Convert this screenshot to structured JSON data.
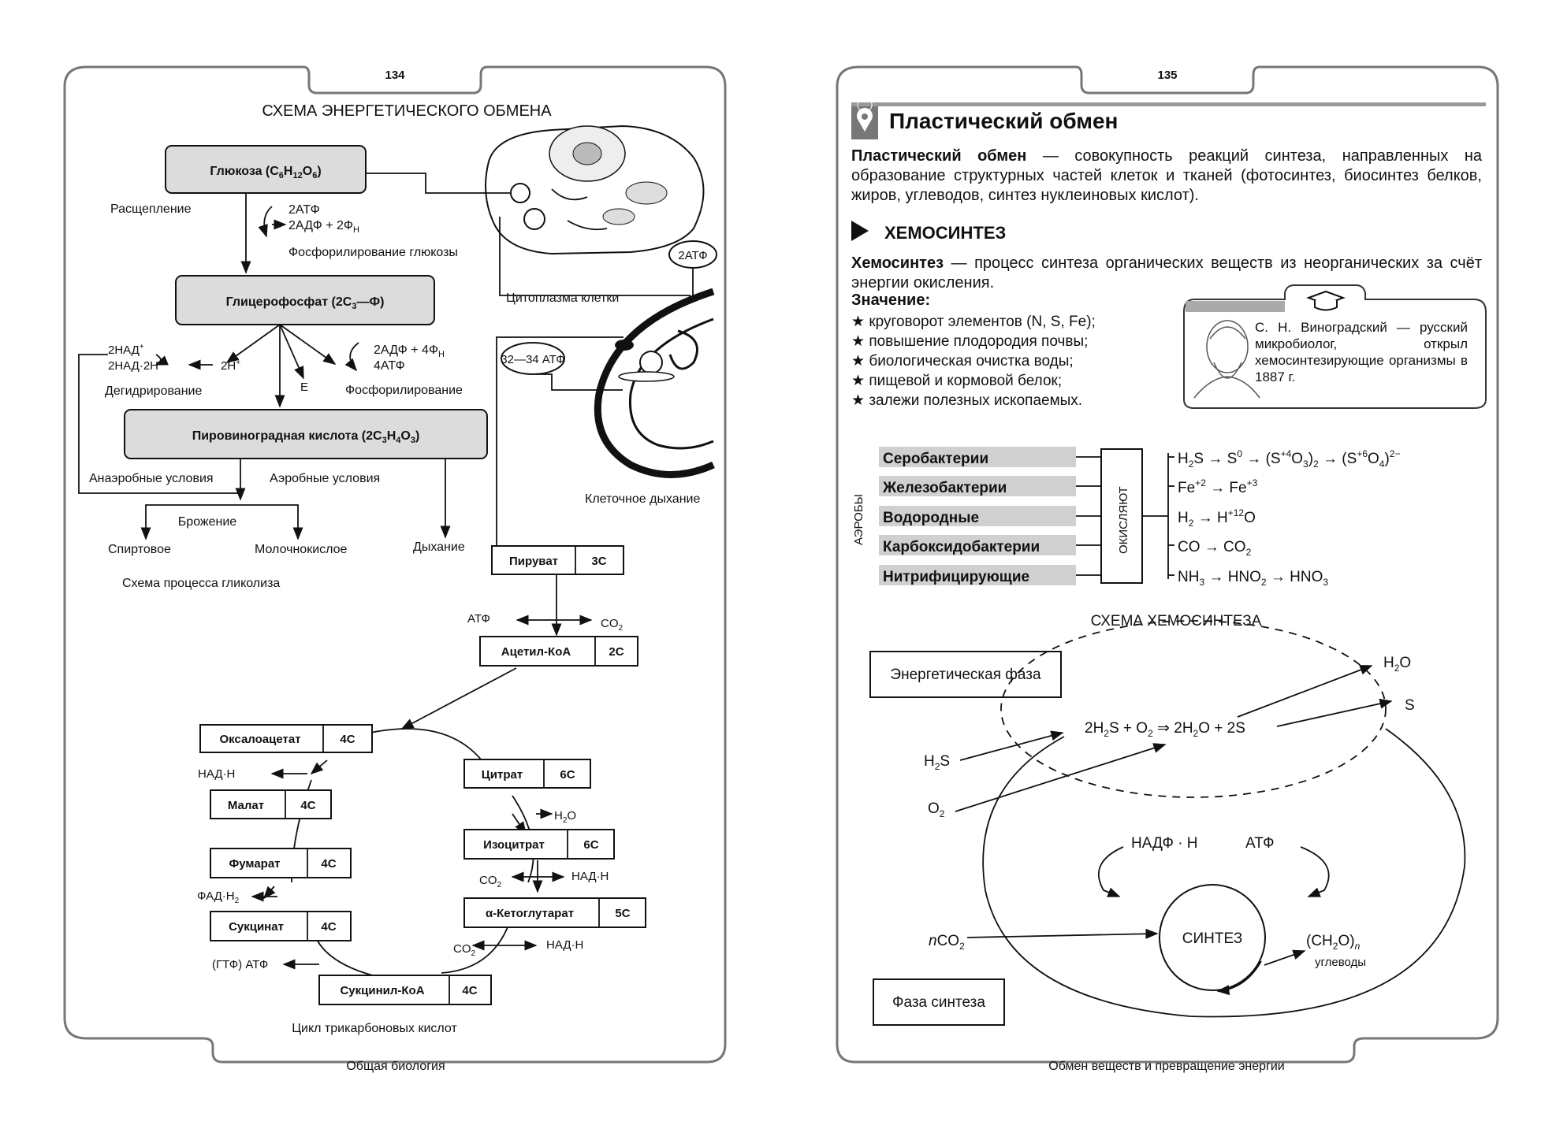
{
  "left_page": {
    "page_number": "134",
    "title": "СХЕМА ЭНЕРГЕТИЧЕСКОГО ОБМЕНА",
    "footer": "Общая биология",
    "glycolysis": {
      "glucose": "Глюкоза (C6H12O6)",
      "split_label": "Расщепление",
      "atp_in": "2АТФ",
      "adp_out": "2АДФ + 2ФН",
      "phosphorylation_glucose": "Фосфорилирование глюкозы",
      "glycerophosphate": "Глицерофосфат (2C3—Ф)",
      "nad": "2НАД+",
      "nadh": "2НАД·2Н",
      "h_plus": "2Н+",
      "dehydrogenation": "Дегидрирование",
      "e": "Е",
      "adp2": "2АДФ + 4ФН",
      "atp4": "4АТФ",
      "phosphorylation": "Фосфорилирование",
      "pyruvic": "Пировиноградная кислота (2C3H4O3)",
      "anaerobic": "Анаэробные условия",
      "aerobic": "Аэробные условия",
      "fermentation": "Брожение",
      "alcoholic": "Спиртовое",
      "lactic": "Молочнокислое",
      "respiration": "Дыхание",
      "caption": "Схема процесса гликолиза"
    },
    "cell": {
      "cytoplasm": "Цитоплазма клетки",
      "atp2": "2АТФ",
      "atp_32_34": "32—34 АТФ",
      "cell_respiration": "Клеточное дыхание"
    },
    "krebs": {
      "pyruvate": "Пируват",
      "pyruvate_c": "3С",
      "atp": "АТФ",
      "co2": "CO2",
      "acetyl": "Ацетил-КоА",
      "acetyl_c": "2С",
      "oxaloacetate": "Оксалоацетат",
      "oxaloacetate_c": "4С",
      "citrate": "Цитрат",
      "citrate_c": "6С",
      "nadh1": "НАД·Н",
      "h2o": "H2O",
      "malate": "Малат",
      "malate_c": "4С",
      "isocitrate": "Изоцитрат",
      "isocitrate_c": "6С",
      "co2_2": "CO2",
      "nadh2": "НАД·Н",
      "fumarate": "Фумарат",
      "fumarate_c": "4С",
      "ketoglutarate": "α-Кетоглутарат",
      "ketoglutarate_c": "5С",
      "fadh": "ФАД·H2",
      "succinate": "Сукцинат",
      "succinate_c": "4С",
      "co2_3": "CO2",
      "nadh3": "НАД·Н",
      "gtp": "(ГТФ) АТФ",
      "succinyl": "Сукцинил-КоА",
      "succinyl_c": "4С",
      "caption": "Цикл трикарбоновых кислот"
    }
  },
  "right_page": {
    "page_number": "135",
    "footer": "Обмен веществ и превращение энергии",
    "heading": "Пластический обмен",
    "definition_term": "Пластический обмен",
    "definition_text": " — совокупность реакций синтеза, направленных на образование структурных частей клеток и тканей (фотосинтез, биосинтез белков, жиров, углеводов, синтез нуклеиновых кислот).",
    "section": "ХЕМОСИНТЕЗ",
    "chemo_term": "Хемосинтез",
    "chemo_text": " — процесс синтеза органических веществ из неорганических за счёт энергии окисления.",
    "meaning_label": "Значение:",
    "meaning_items": [
      "круговорот элементов (N, S, Fe);",
      "повышение плодородия почвы;",
      "биологическая очистка воды;",
      "пищевой и кормовой белок;",
      "залежи полезных ископаемых."
    ],
    "bio_note": "С. Н. Виноградский — русский микробиолог, открыл хемосинтезирующие организмы в 1887 г.",
    "table": {
      "side_label": "АЭРОБЫ",
      "oxidize": "ОКИСЛЯЮТ",
      "bacteria": [
        "Серобактерии",
        "Железобактерии",
        "Водородные",
        "Карбоксидобактерии",
        "Нитрифицирующие"
      ],
      "reactions": [
        "H2S → S0 → (S+4O3)2 → (S+6O4)2−",
        "Fe+2 → Fe+3",
        "H2 → H+12O",
        "CO → CO2",
        "NH3 → HNO2 → HNO3"
      ]
    },
    "scheme": {
      "title": "СХЕМА ХЕМОСИНТЕЗА",
      "energy_phase": "Энергетическая фаза",
      "reaction": "2H2S + O2 ⇒ 2H2O + 2S",
      "h2o": "H2O",
      "s": "S",
      "h2s": "H2S",
      "o2": "O2",
      "nadph": "НАДФ · Н",
      "atp": "АТФ",
      "synthesis": "СИНТЕЗ",
      "nco2": "nCO2",
      "ch2o": "(CH2O)n",
      "carbs": "углеводы",
      "synthesis_phase": "Фаза синтеза"
    }
  }
}
